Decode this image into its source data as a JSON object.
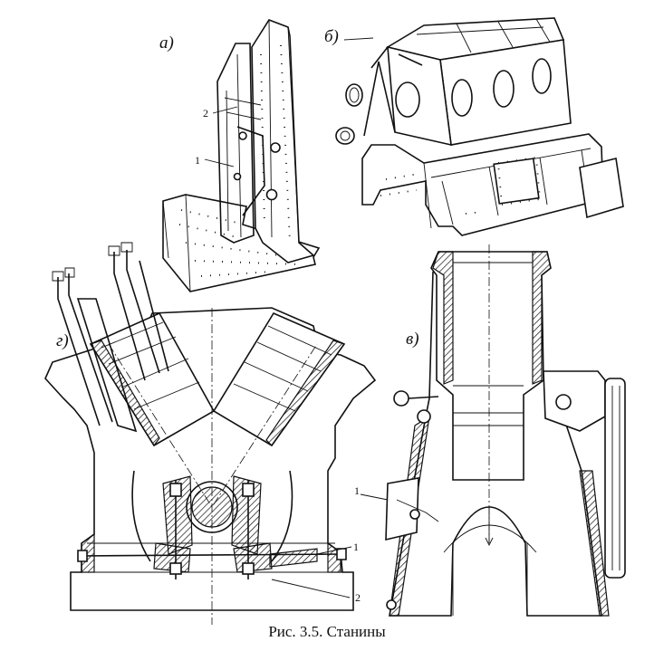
{
  "panels": {
    "a": {
      "label": "а)",
      "callouts": [
        "2",
        "1"
      ]
    },
    "b": {
      "label": "б)"
    },
    "v": {
      "label": "в)",
      "callouts": [
        "1"
      ]
    },
    "g": {
      "label": "г)",
      "callouts": [
        "1",
        "2"
      ]
    }
  },
  "caption": "Рис. 3.5. Станины"
}
